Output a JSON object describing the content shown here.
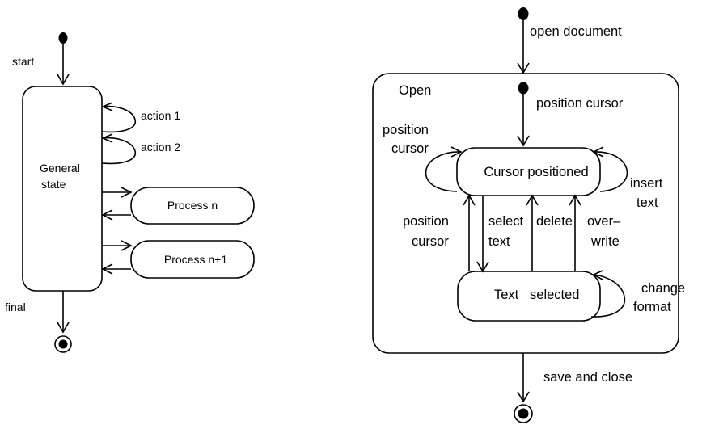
{
  "left_diagram": {
    "start_label": "start",
    "final_label": "final",
    "general_state_line1": "General",
    "general_state_line2": "state",
    "action1": "action 1",
    "action2": "action 2",
    "process_n": "Process n",
    "process_n1": "Process n+1"
  },
  "right_diagram": {
    "open_document": "open document",
    "open_state": "Open",
    "position_cursor_top": "position cursor",
    "self_position_line1": "position",
    "self_position_line2": "cursor",
    "cursor_positioned": "Cursor positioned",
    "insert_line1": "insert",
    "insert_line2": "text",
    "pos_cursor2_line1": "position",
    "pos_cursor2_line2": "cursor",
    "select_line1": "select",
    "select_line2": "text",
    "delete": "delete",
    "overwrite_line1": "over–",
    "overwrite_line2": "write",
    "text_selected": "Text   selected",
    "change_line1": "change",
    "change_line2": "format",
    "save_and_close": "save and close"
  }
}
